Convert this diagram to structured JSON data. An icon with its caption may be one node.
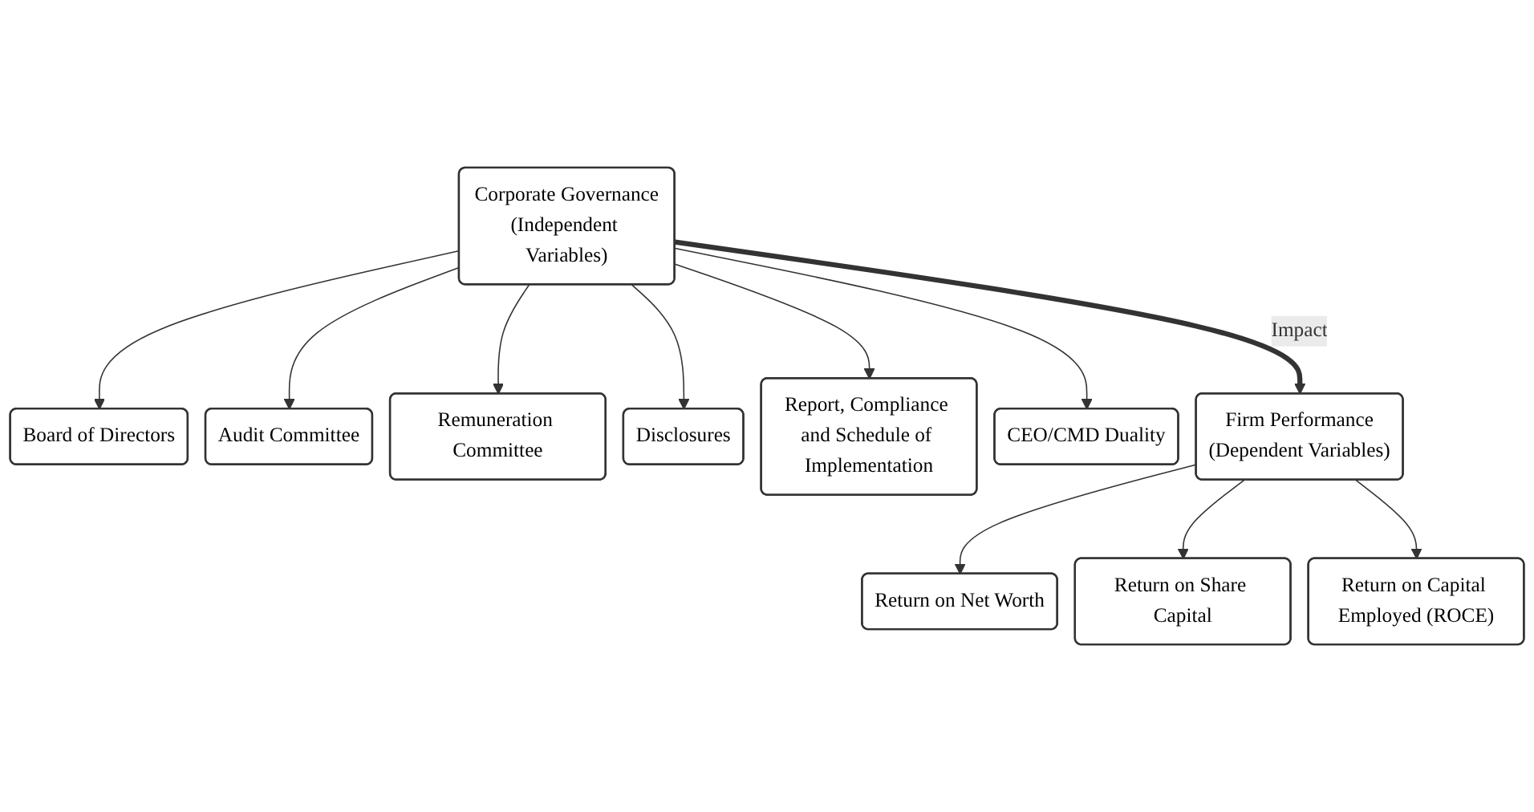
{
  "diagram": {
    "nodes": [
      {
        "text": [
          "Corporate Governance",
          "(Independent Variables)"
        ]
      },
      {
        "text": [
          "Board of Directors"
        ]
      },
      {
        "text": [
          "Audit Committee"
        ]
      },
      {
        "text": [
          "Remuneration Committee"
        ]
      },
      {
        "text": [
          "Disclosures"
        ]
      },
      {
        "text": [
          "Report, Compliance and Schedule of Implementation"
        ]
      },
      {
        "text": [
          "CEO/CMD Duality"
        ]
      },
      {
        "text": [
          "Firm Performance",
          "(Dependent Variables)"
        ]
      },
      {
        "text": [
          "Return on Net Worth"
        ]
      },
      {
        "text": [
          "Return on Share Capital"
        ]
      },
      {
        "text": [
          "Return on Capital Employed (ROCE)"
        ]
      }
    ],
    "edges": [
      {
        "from": 0,
        "to": 1,
        "arrow": "to"
      },
      {
        "from": 0,
        "to": 2,
        "arrow": "to"
      },
      {
        "from": 0,
        "to": 3,
        "arrow": "to"
      },
      {
        "from": 0,
        "to": 4,
        "arrow": "to"
      },
      {
        "from": 0,
        "to": 5,
        "arrow": "to"
      },
      {
        "from": 0,
        "to": 6,
        "arrow": "to"
      },
      {
        "from": 0,
        "to": 7,
        "arrow": "to",
        "label": "Impact",
        "style": "thick"
      },
      {
        "from": 7,
        "to": 8,
        "arrow": "to"
      },
      {
        "from": 7,
        "to": 9,
        "arrow": "to"
      },
      {
        "from": 7,
        "to": 10,
        "arrow": "to"
      }
    ]
  }
}
